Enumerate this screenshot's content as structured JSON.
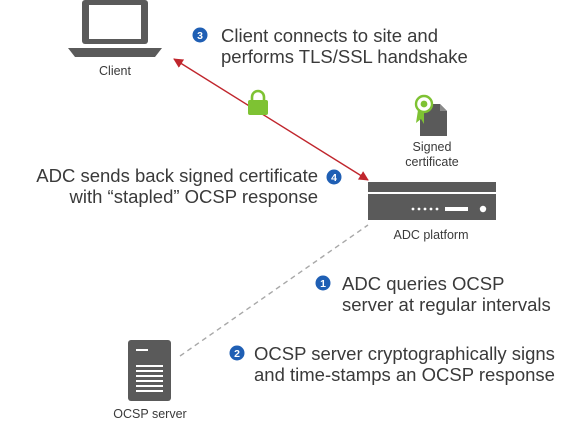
{
  "nodes": {
    "client": {
      "label": "Client"
    },
    "certificate": {
      "label_lines": [
        "Signed",
        "certificate"
      ]
    },
    "adc": {
      "label": "ADC platform"
    },
    "ocsp": {
      "label": "OCSP server"
    }
  },
  "steps": [
    {
      "number": "1",
      "lines": [
        "ADC queries OCSP",
        "server at regular intervals"
      ]
    },
    {
      "number": "2",
      "lines": [
        "OCSP server cryptographically signs",
        "and time-stamps an OCSP response"
      ]
    },
    {
      "number": "3",
      "lines": [
        "Client connects to site and",
        "performs TLS/SSL handshake"
      ]
    },
    {
      "number": "4",
      "lines": [
        "ADC sends back signed certificate",
        "with “stapled” OCSP response"
      ]
    }
  ],
  "colors": {
    "badge": "#1f5fb4",
    "arrow": "#c0262d",
    "lock": "#7ec233",
    "device": "#5a5a5a",
    "dashed_link": "#a8a8a8",
    "text": "#3a3a3a"
  },
  "icons": {
    "client": "laptop-icon",
    "certificate": "certificate-document-icon",
    "adc": "adc-appliance-icon",
    "ocsp": "server-tower-icon",
    "lock": "padlock-icon"
  }
}
